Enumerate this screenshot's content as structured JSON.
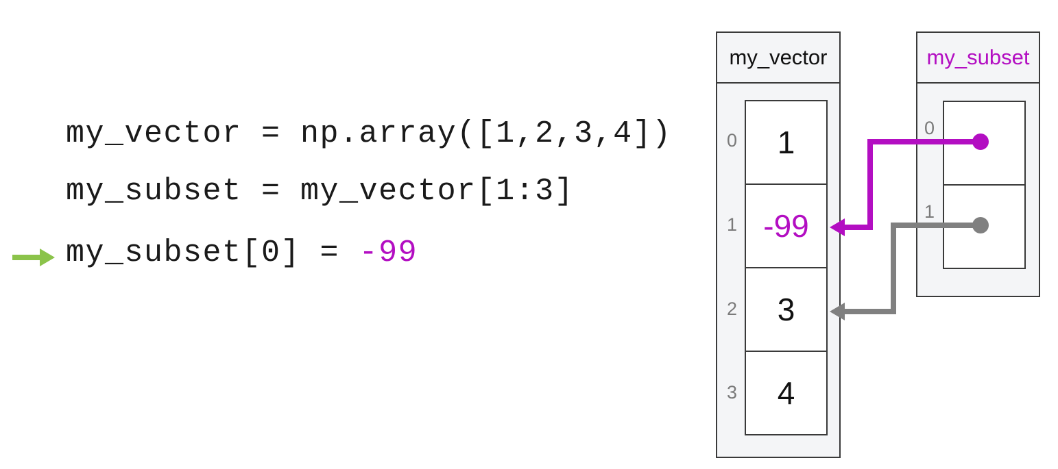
{
  "code": {
    "line1": "my_vector = np.array([1,2,3,4])",
    "line2": "my_subset = my_vector[1:3]",
    "line3_prefix": "my_subset[0] = ",
    "line3_value": "-99"
  },
  "vector": {
    "name": "my_vector",
    "cells": [
      {
        "index": "0",
        "value": "1"
      },
      {
        "index": "1",
        "value": "-99"
      },
      {
        "index": "2",
        "value": "3"
      },
      {
        "index": "3",
        "value": "4"
      }
    ]
  },
  "subset": {
    "name": "my_subset",
    "cells": [
      {
        "index": "0"
      },
      {
        "index": "1"
      }
    ]
  },
  "colors": {
    "highlight": "#b30ec2",
    "reference_inactive": "#808080",
    "current_line_arrow": "#8bc34a"
  },
  "icons": {
    "current_line": "arrow-right-icon"
  }
}
